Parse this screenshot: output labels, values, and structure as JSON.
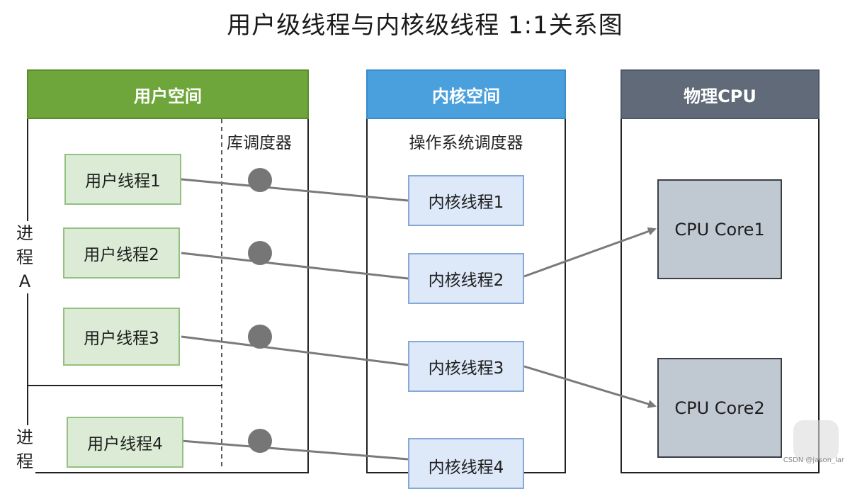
{
  "title": "用户级线程与内核级线程 1:1关系图",
  "panels": {
    "user_space": {
      "header": "用户空间",
      "sublabel": "库调度器",
      "color": "#6ea63b"
    },
    "kernel_space": {
      "header": "内核空间",
      "sublabel": "操作系统调度器",
      "color": "#4aa0dc"
    },
    "physical_cpu": {
      "header": "物理CPU",
      "color": "#606a78"
    }
  },
  "process_labels": [
    "进\n程\nA",
    "进\n程"
  ],
  "user_threads": [
    "用户线程1",
    "用户线程2",
    "用户线程3",
    "用户线程4"
  ],
  "kernel_threads": [
    "内核线程1",
    "内核线程2",
    "内核线程3",
    "内核线程4"
  ],
  "cpu_cores": [
    "CPU Core1",
    "CPU Core2"
  ],
  "connections": {
    "user_to_kernel": [
      [
        0,
        0
      ],
      [
        1,
        1
      ],
      [
        2,
        2
      ],
      [
        3,
        3
      ]
    ],
    "kernel_to_cpu": [
      [
        1,
        0
      ],
      [
        2,
        1
      ]
    ]
  },
  "watermark": "CSDN @jason_lar"
}
